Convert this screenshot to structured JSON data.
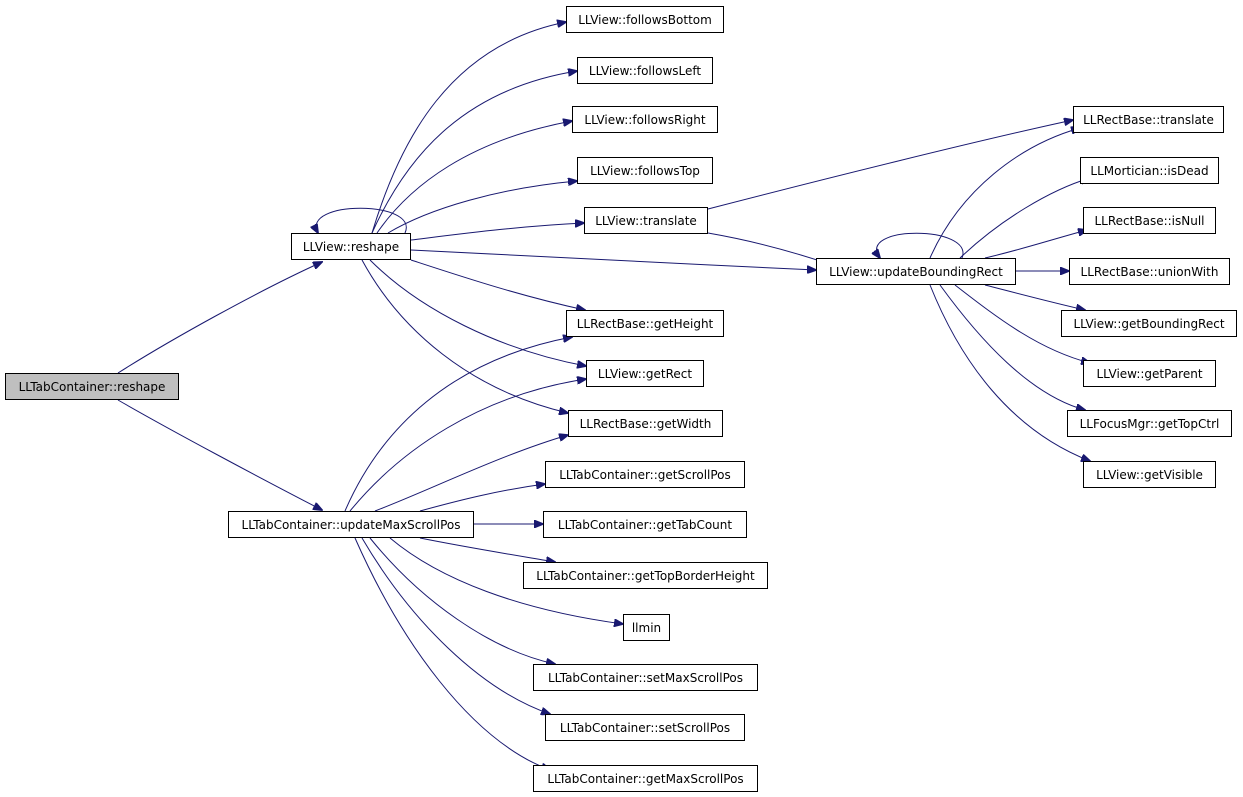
{
  "colors": {
    "edge": "#191970",
    "root_fill": "#bfbfbf",
    "node_border": "#000000"
  },
  "nodes": {
    "root": "LLTabContainer::reshape",
    "view_reshape": "LLView::reshape",
    "update_max_scroll": "LLTabContainer::updateMaxScrollPos",
    "follows_bottom": "LLView::followsBottom",
    "follows_left": "LLView::followsLeft",
    "follows_right": "LLView::followsRight",
    "follows_top": "LLView::followsTop",
    "view_translate": "LLView::translate",
    "get_height": "LLRectBase::getHeight",
    "get_rect": "LLView::getRect",
    "get_width": "LLRectBase::getWidth",
    "get_scroll_pos": "LLTabContainer::getScrollPos",
    "get_tab_count": "LLTabContainer::getTabCount",
    "get_top_border_height": "LLTabContainer::getTopBorderHeight",
    "llmin": "llmin",
    "set_max_scroll": "LLTabContainer::setMaxScrollPos",
    "set_scroll_pos": "LLTabContainer::setScrollPos",
    "get_max_scroll": "LLTabContainer::getMaxScrollPos",
    "update_bounding_rect": "LLView::updateBoundingRect",
    "rect_translate": "LLRectBase::translate",
    "is_dead": "LLMortician::isDead",
    "is_null": "LLRectBase::isNull",
    "union_with": "LLRectBase::unionWith",
    "get_bounding_rect": "LLView::getBoundingRect",
    "get_parent": "LLView::getParent",
    "get_top_ctrl": "LLFocusMgr::getTopCtrl",
    "get_visible": "LLView::getVisible"
  }
}
